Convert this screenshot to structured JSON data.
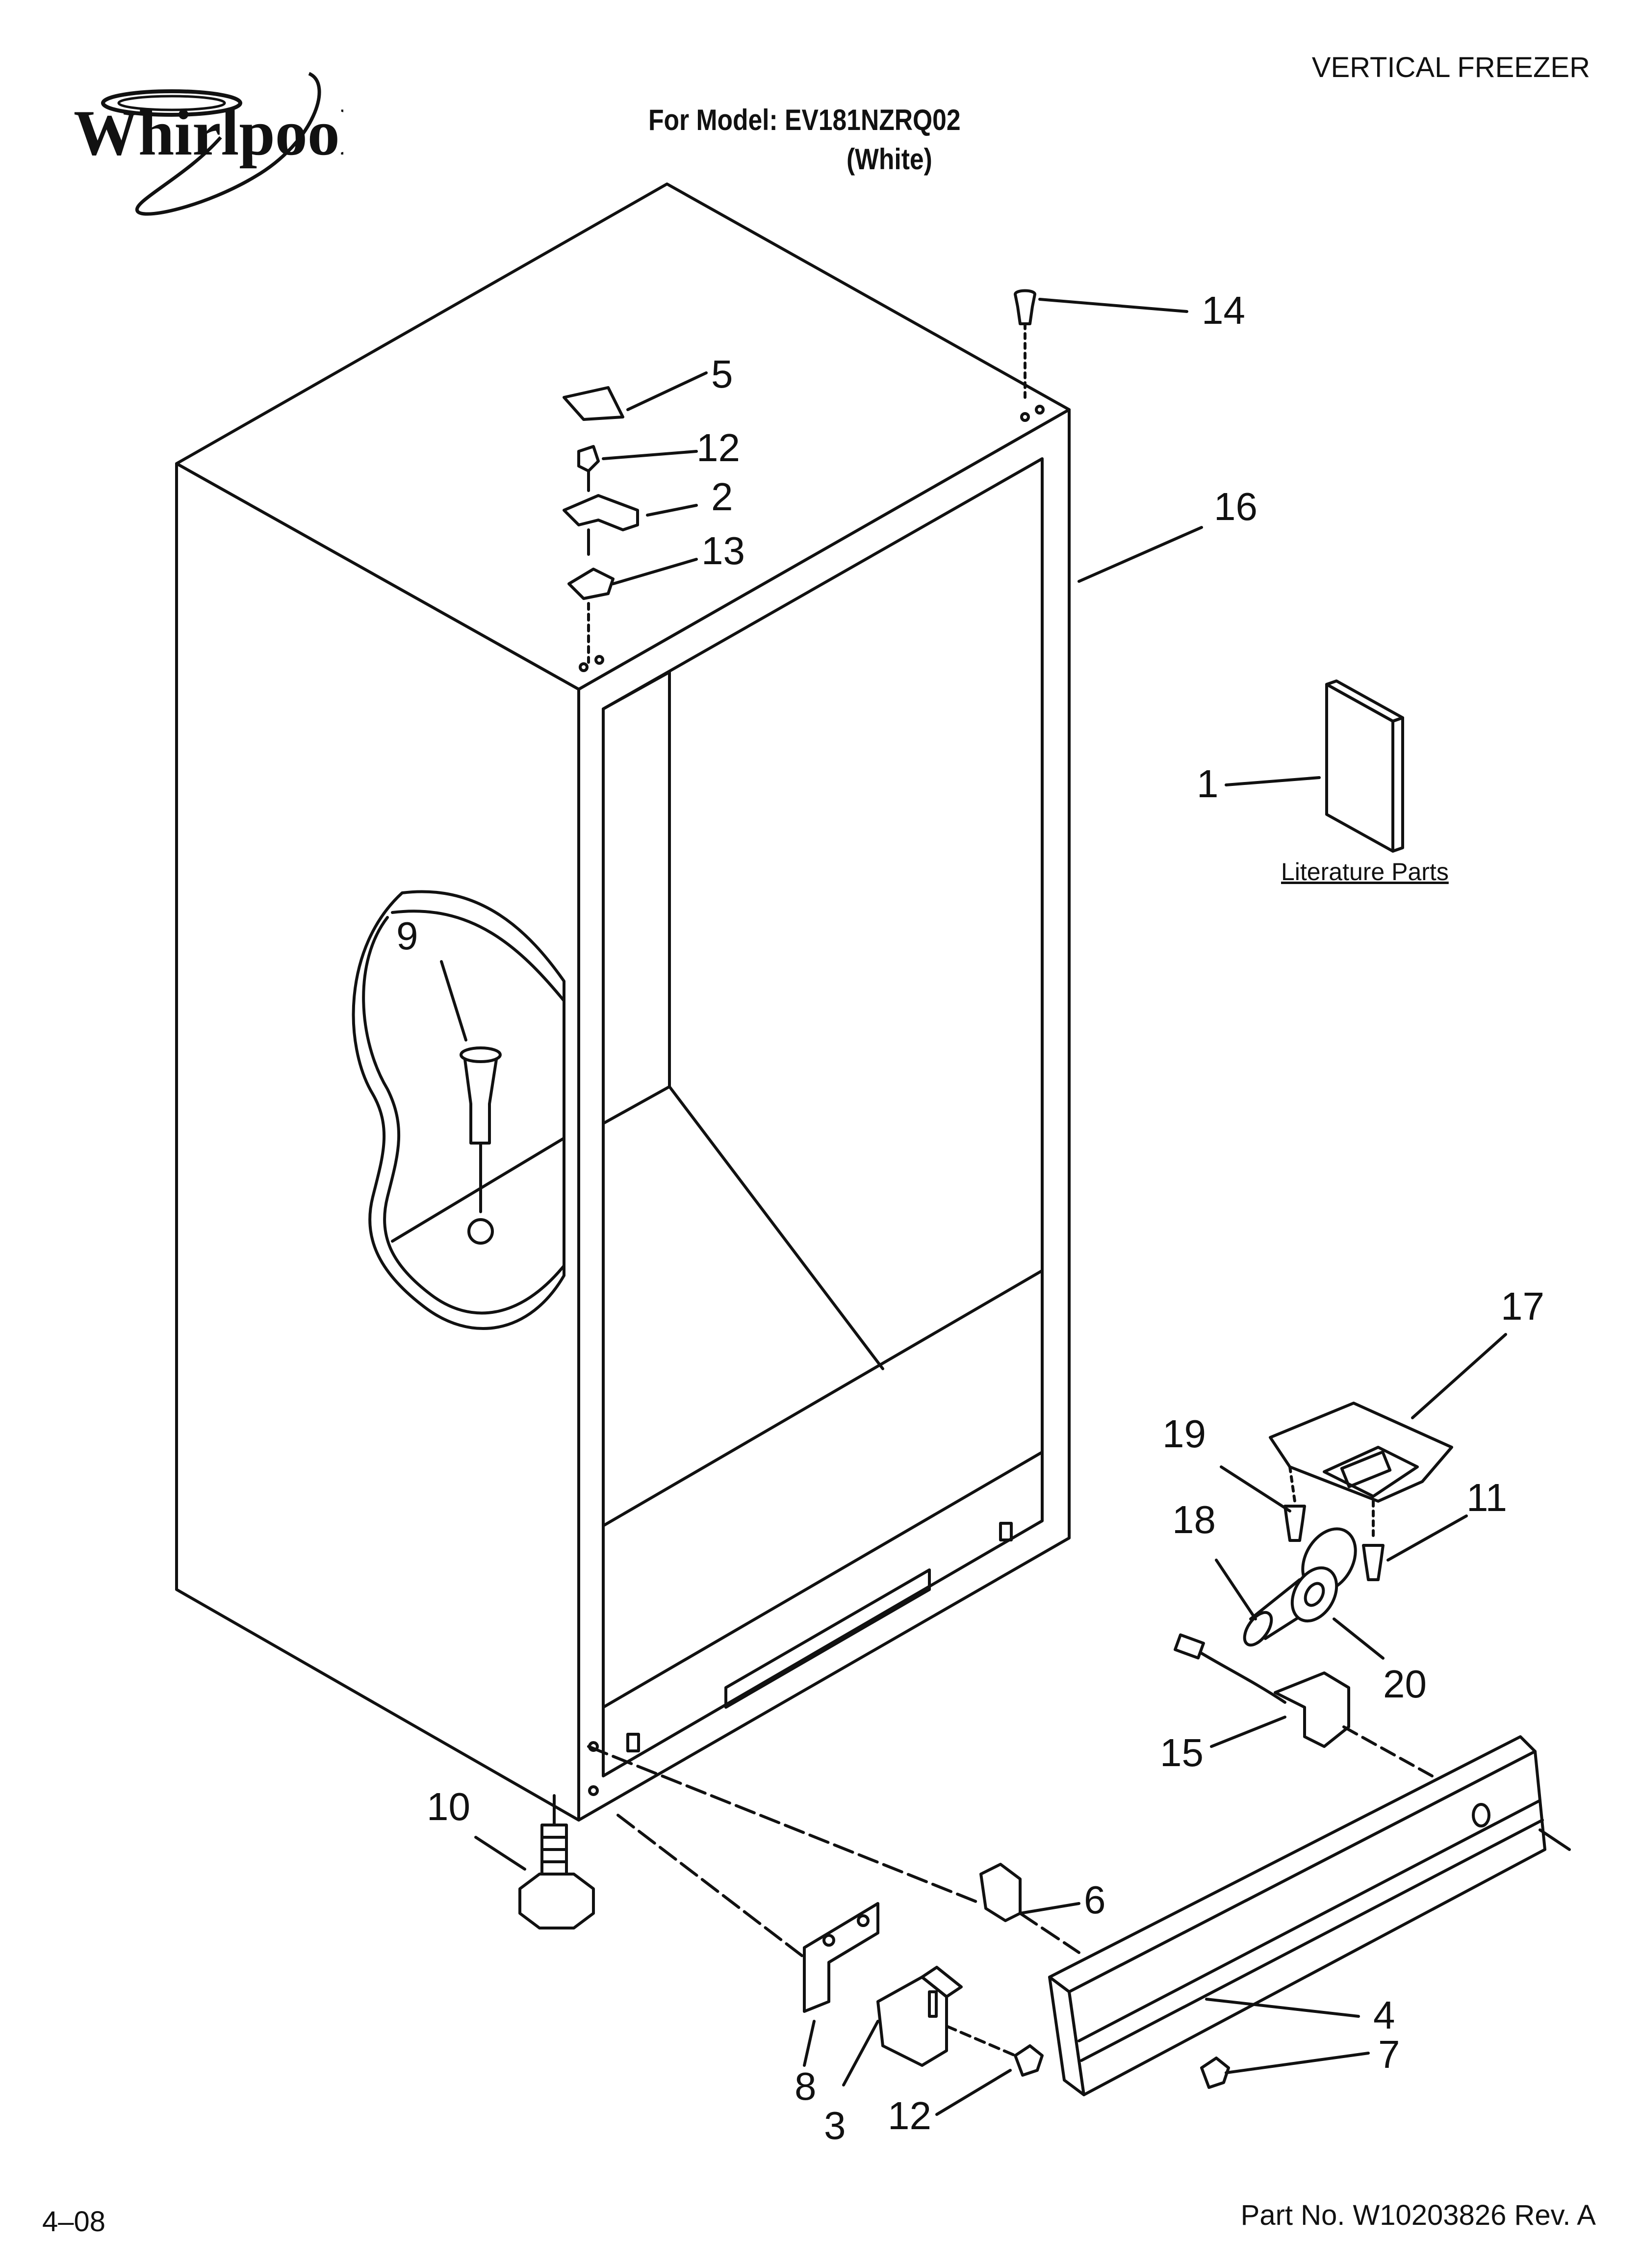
{
  "brand": "Whirlpool",
  "header": {
    "category": "VERTICAL FREEZER",
    "model_line": "For Model: EV181NZRQ02",
    "color_line": "(White)"
  },
  "literature_label": "Literature Parts",
  "footer": {
    "date_code": "4–08",
    "part_number": "Part No. W10203826 Rev. A"
  },
  "callouts": [
    "14",
    "5",
    "12",
    "2",
    "13",
    "16",
    "1",
    "9",
    "17",
    "19",
    "11",
    "18",
    "20",
    "15",
    "10",
    "6",
    "4",
    "7",
    "8",
    "3",
    "12"
  ],
  "colors": {
    "ink": "#111111",
    "paper": "#ffffff"
  }
}
